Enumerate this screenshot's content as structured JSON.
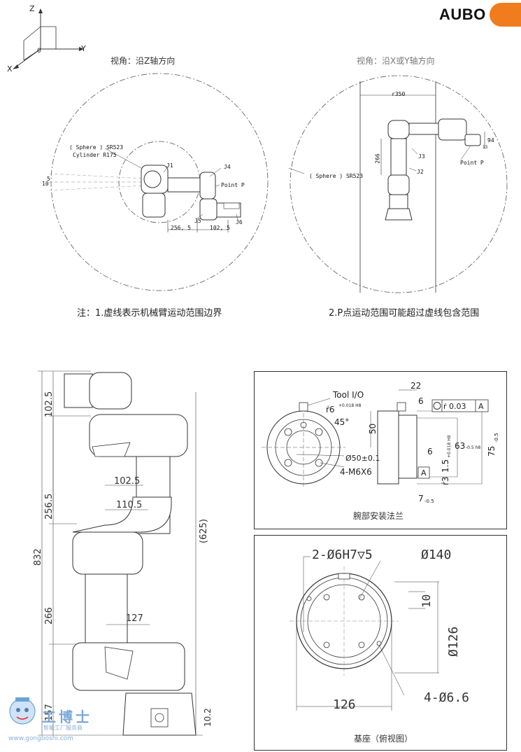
{
  "brand": "AUBO",
  "axis_labels": {
    "z": "Z",
    "y": "Y",
    "x": "X",
    "origin": "0"
  },
  "top_left": {
    "caption": "视角：沿Z轴方向",
    "labels": {
      "sphere": "( Sphere ) SR523",
      "cylinder": "Cylinder R175",
      "j1": "J1",
      "j4": "J4",
      "point_p": "Point P",
      "j5": "J5",
      "j6": "J6",
      "dim_10": "10",
      "dim_5": "5",
      "dim_2565": "256, 5",
      "dim_1025": "102, 5"
    }
  },
  "top_right": {
    "caption": "视角：沿X或Y轴方向",
    "labels": {
      "r350": "r350",
      "j3": "J3",
      "j2": "J2",
      "point_p": "Point P",
      "sphere": "( Sphere ) SR523",
      "dim_266": "266",
      "dim_94": "94",
      "dim_13": "13"
    }
  },
  "notes": {
    "note1": "注：1.虚线表示机械臂运动范围边界",
    "note2": "2.P点运动范围可能超过虚线包含范围"
  },
  "side_view": {
    "dims": {
      "d1025v": "102.5",
      "d2565": "256.5",
      "d832": "832",
      "d625": "(625)",
      "d266": "266",
      "d157": "157",
      "d102": "10.2",
      "d1025h": "102.5",
      "d1105": "110.5",
      "d127": "127"
    }
  },
  "flange": {
    "caption": "腕部安装法兰",
    "labels": {
      "tool_io": "Tool I/O",
      "r6": "ṙ6",
      "r6_tol": "+0.018 H8",
      "deg45": "45°",
      "dia50": "Ø50±0.1",
      "m6": "4-M6X6",
      "d22": "22",
      "d6a": "6",
      "d50": "50",
      "d6b": "6",
      "r3": "ṙ3",
      "d15": "1.5",
      "d15_tol": "+0.018 H8",
      "d63": "63",
      "d63_tol": "-0.5 h8",
      "d75": "75",
      "d75_tol": "-0.5",
      "d7": "7",
      "d7_tol": "-0.5",
      "tolerance": "ṙ 0.03",
      "datum": "A",
      "datum2": "A"
    }
  },
  "base": {
    "caption": "基座（俯视图）",
    "labels": {
      "holes": "2-Ø6H7▽5",
      "d140": "Ø140",
      "d10": "10",
      "d126v": "Ø126",
      "d126h": "126",
      "d66": "4-Ø6.6"
    }
  },
  "footer": {
    "brand_cn": "工博士",
    "sub": "智能工厂服务商",
    "url": "www.gongboshi.com"
  }
}
